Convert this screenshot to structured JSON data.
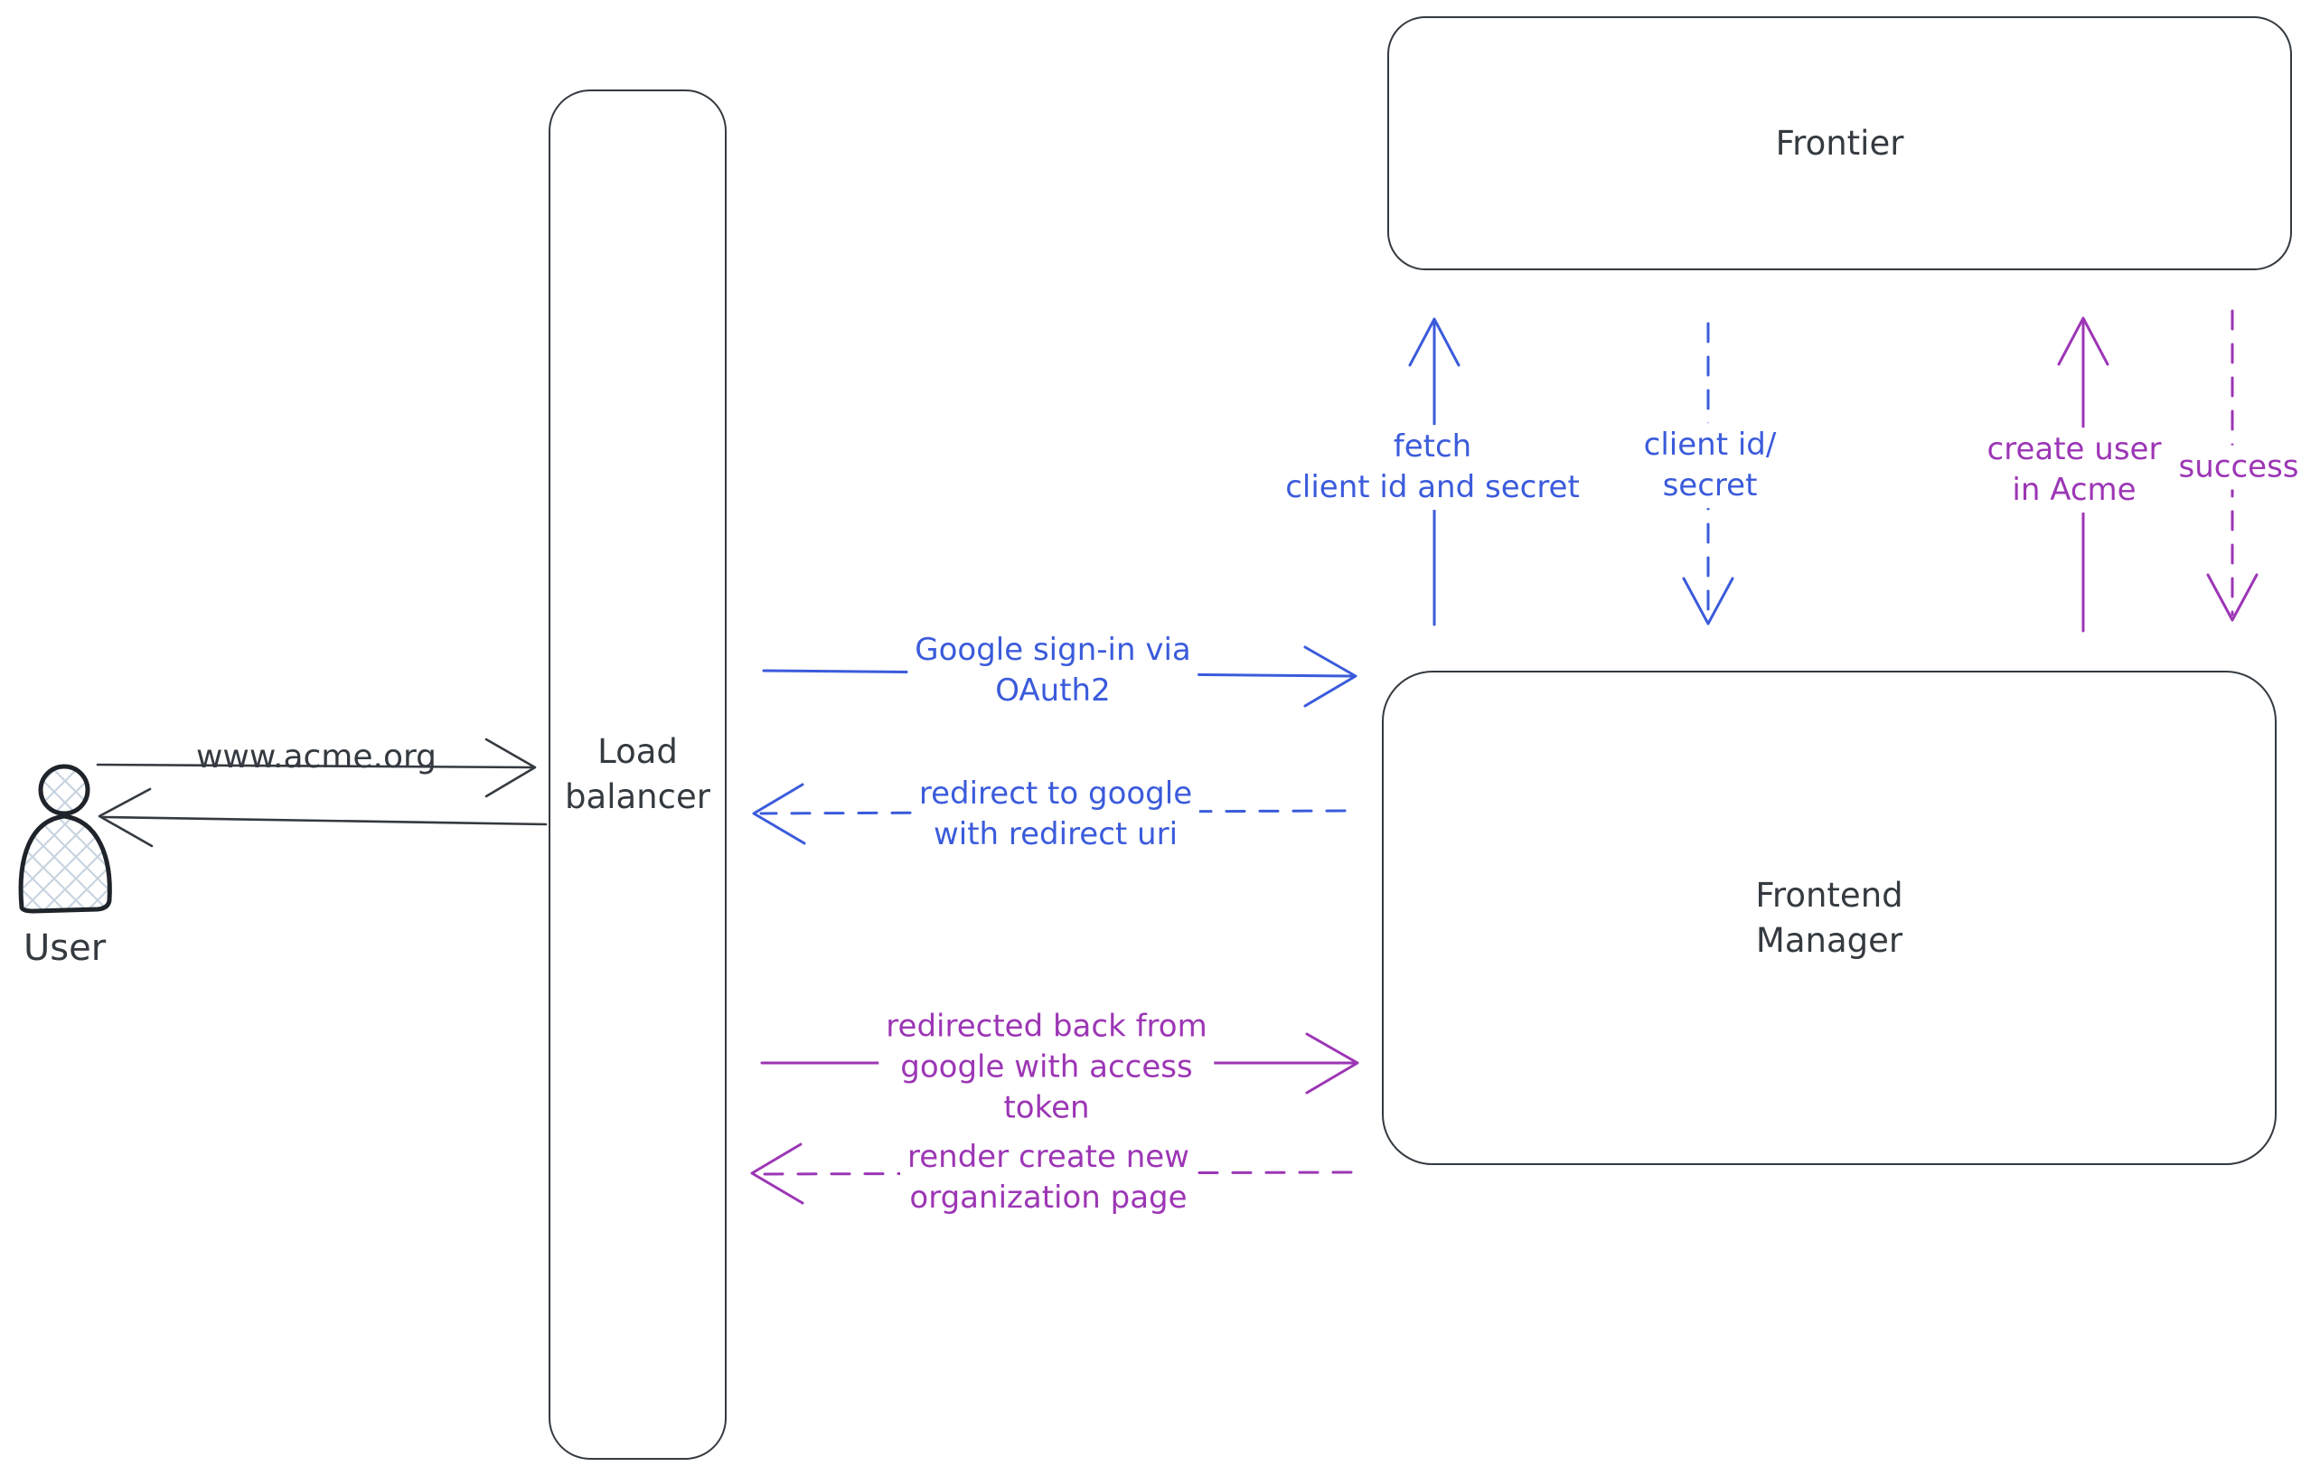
{
  "diagram": {
    "kind": "hand-drawn architecture flow diagram",
    "colors": {
      "ink": "#343a40",
      "blue": "#3b5bdb",
      "purple": "#9c36b5",
      "hatch_fill": "#c9d4e0",
      "background": "#ffffff"
    }
  },
  "nodes": {
    "user": {
      "label": "User"
    },
    "load_balancer": {
      "lines": [
        "Load",
        "balancer"
      ]
    },
    "frontier": {
      "label": "Frontier"
    },
    "frontend_manager": {
      "lines": [
        "Frontend",
        "Manager"
      ]
    }
  },
  "arrows": {
    "www_acme": {
      "label": "www.acme.org",
      "from": "User",
      "to": "Load balancer",
      "style": "solid",
      "color": "#343a40",
      "direction": "right"
    },
    "lb_to_user": {
      "label": "",
      "from": "Load balancer",
      "to": "User",
      "style": "solid",
      "color": "#343a40",
      "direction": "left"
    },
    "google_signin": {
      "lines": [
        "Google sign-in via",
        "OAuth2"
      ],
      "from": "Load balancer",
      "to": "Frontend Manager",
      "style": "solid",
      "color": "#3b5bdb",
      "direction": "right"
    },
    "redirect_google": {
      "lines": [
        "redirect to google",
        "with redirect uri"
      ],
      "from": "Frontend Manager",
      "to": "Load balancer",
      "style": "dashed",
      "color": "#3b5bdb",
      "direction": "left"
    },
    "redirected_back": {
      "lines": [
        "redirected back from",
        "google with access",
        "token"
      ],
      "from": "Load balancer",
      "to": "Frontend Manager",
      "style": "solid",
      "color": "#9c36b5",
      "direction": "right"
    },
    "render_page": {
      "lines": [
        "render create new",
        "organization page"
      ],
      "from": "Frontend Manager",
      "to": "Load balancer",
      "style": "dashed",
      "color": "#9c36b5",
      "direction": "left"
    },
    "fetch_secret": {
      "lines": [
        "fetch",
        "client id and secret"
      ],
      "from": "Frontend Manager",
      "to": "Frontier",
      "style": "solid",
      "color": "#3b5bdb",
      "direction": "up"
    },
    "client_id_secret": {
      "lines": [
        "client id/",
        "secret"
      ],
      "from": "Frontier",
      "to": "Frontend Manager",
      "style": "dashed",
      "color": "#3b5bdb",
      "direction": "down"
    },
    "create_user": {
      "lines": [
        "create user",
        "in Acme"
      ],
      "from": "Frontend Manager",
      "to": "Frontier",
      "style": "solid",
      "color": "#9c36b5",
      "direction": "up"
    },
    "success": {
      "lines": [
        "success"
      ],
      "from": "Frontier",
      "to": "Frontend Manager",
      "style": "dashed",
      "color": "#9c36b5",
      "direction": "down"
    }
  }
}
